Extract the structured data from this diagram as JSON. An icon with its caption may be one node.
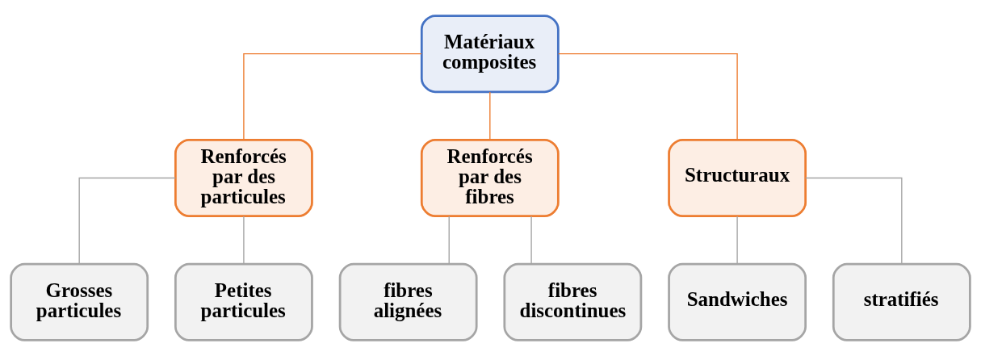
{
  "diagram": {
    "nodes": [
      {
        "text": [
          "Matériaux composites"
        ]
      },
      {
        "text": [
          "Renforcés par des particules"
        ]
      },
      {
        "text": [
          "Renforcés par des fibres"
        ]
      },
      {
        "text": [
          "Structuraux"
        ]
      },
      {
        "text": [
          "Grosses particules"
        ]
      },
      {
        "text": [
          "Petites particules"
        ]
      },
      {
        "text": [
          "fibres alignées"
        ]
      },
      {
        "text": [
          "fibres discontinues"
        ]
      },
      {
        "text": [
          "Sandwiches"
        ]
      },
      {
        "text": [
          "stratifiés"
        ]
      }
    ],
    "edges": [
      {
        "from": 0,
        "to": 1,
        "arrow": "none",
        "color": "#ed7d31"
      },
      {
        "from": 0,
        "to": 2,
        "arrow": "none",
        "color": "#ed7d31"
      },
      {
        "from": 0,
        "to": 3,
        "arrow": "none",
        "color": "#ed7d31"
      },
      {
        "from": 1,
        "to": 4,
        "arrow": "none"
      },
      {
        "from": 1,
        "to": 5,
        "arrow": "none"
      },
      {
        "from": 2,
        "to": 6,
        "arrow": "none"
      },
      {
        "from": 2,
        "to": 7,
        "arrow": "none"
      },
      {
        "from": 3,
        "to": 8,
        "arrow": "none"
      },
      {
        "from": 3,
        "to": 9,
        "arrow": "none"
      }
    ]
  }
}
